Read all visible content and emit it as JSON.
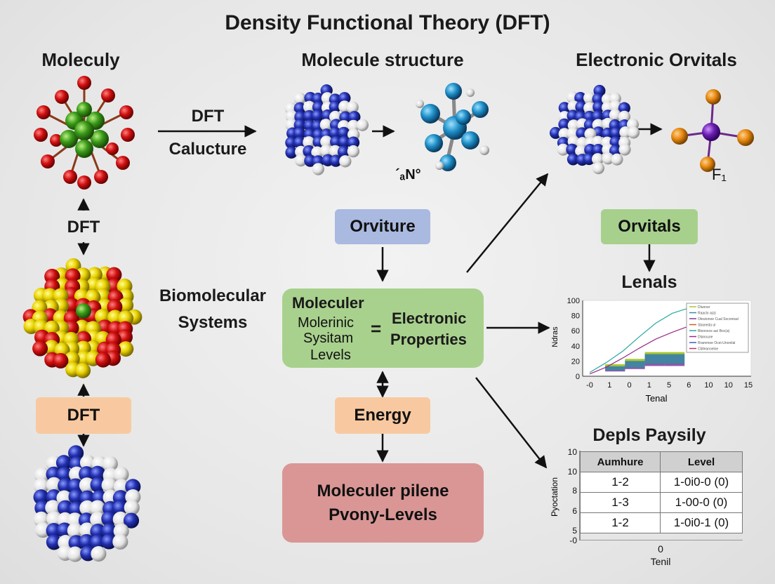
{
  "title": "Density Functional Theory (DFT)",
  "headings": {
    "left": "Moleculy",
    "center": "Molecule structure",
    "right": "Electronic Orvitals"
  },
  "top_arrow_label": {
    "line1": "DFT",
    "line2": "Calucture"
  },
  "left_column": {
    "dft_label": "DFT",
    "dft_box": "DFT"
  },
  "molecule_label": "´ₐN°",
  "fluorine_label": "F₁",
  "boxes": {
    "orviture": "Orviture",
    "orvitals": "Orvitals",
    "energy": "Energy",
    "bottom": {
      "line1": "Moleculer pilene",
      "line2": "Pvony-Levels"
    }
  },
  "biomolecular": {
    "line1": "Biomolecular",
    "line2": "Systems"
  },
  "center_box": {
    "title": "Moleculer",
    "sub1": "Molerinic",
    "sub2": "Sysitam",
    "sub3": "Levels",
    "equals": "=",
    "right1": "Electronic",
    "right2": "Properties"
  },
  "chart_title": "Lenals",
  "chart_data": {
    "type": "line",
    "title": "Lenals",
    "xlabel": "Tenal",
    "ylabel": "Ndras",
    "x_ticks": [
      "-0",
      "1",
      "0",
      "1",
      "5",
      "6",
      "10",
      "10",
      "15"
    ],
    "y_ticks": [
      "100",
      "80",
      "60",
      "40",
      "20",
      "0"
    ],
    "ylim": [
      0,
      100
    ],
    "series": [
      {
        "values": [
          5,
          18,
          33,
          52,
          70,
          83,
          90
        ]
      },
      {
        "values": [
          3,
          12,
          24,
          37,
          49,
          58,
          66
        ]
      }
    ],
    "bars": [
      {
        "x_index": 1,
        "value": 14
      },
      {
        "x_index": 2,
        "value": 21
      },
      {
        "x_index": 3,
        "value": 30
      },
      {
        "x_index": 4,
        "value": 30
      }
    ],
    "legend": [
      "Dlunner",
      "Raaclo a(a)",
      "Oleutonoe Cual Soconisal",
      "Sbaneda ul",
      "Bleonoce aa/ Boc(a)",
      "Dlanouoe",
      "Rrammoe Ocei-Unonilal",
      "Cblleanoeloe"
    ],
    "grid": false,
    "legend_position": "top-right"
  },
  "table": {
    "title": "Depls Paysily",
    "headers": [
      "Aumhure",
      "Level"
    ],
    "rows": [
      [
        "1-2",
        "1-0i0-0 (0)"
      ],
      [
        "1-3",
        "1-00-0 (0)"
      ],
      [
        "1-2",
        "1-0i0-1 (0)"
      ]
    ],
    "y_ticks": [
      "10",
      "10",
      "8",
      "6",
      "5",
      "-0"
    ],
    "ylabel": "Pyoctation",
    "x_tick": "0",
    "xlabel": "Tenil"
  },
  "colors": {
    "arrow": "#111111",
    "orviture_box": "#a9b9e0",
    "orvitals_box": "#a8d08d",
    "center_box": "#a9d18e",
    "dft_box": "#f8c9a0",
    "energy_box": "#f8c9a0",
    "bottom_box": "#d99695"
  }
}
